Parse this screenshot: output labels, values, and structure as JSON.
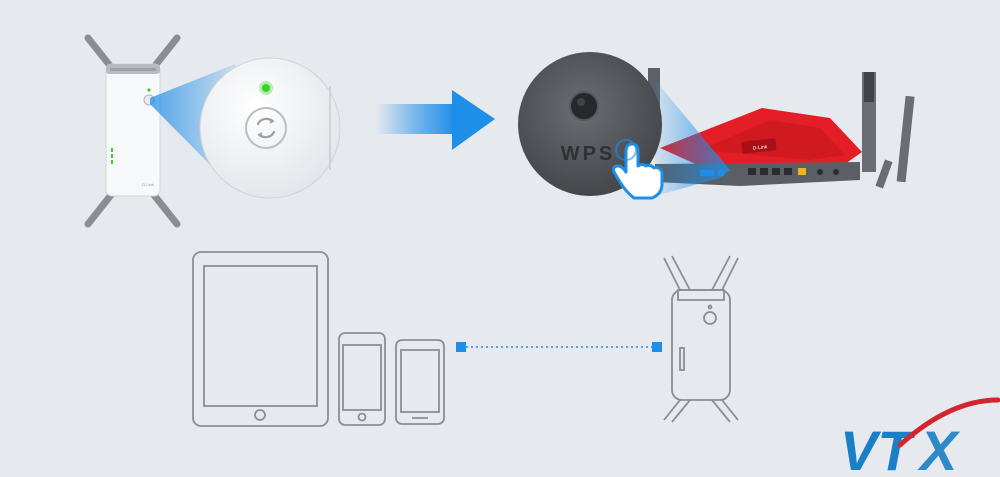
{
  "extender_top": {
    "brand": "D-Link"
  },
  "router": {
    "brand": "D-Link",
    "wps_label": "WPS"
  },
  "watermark": {
    "text_vt": "VT",
    "text_x": "X"
  },
  "colors": {
    "background": "#e6e9ee",
    "accent_blue": "#1e8fe8",
    "router_red": "#e41e26",
    "led_green": "#39d421",
    "line_art": "#8a8f96",
    "watermark_blue": "#1a7fc4",
    "watermark_red": "#d4252f"
  },
  "icons": {
    "wps_button": "wps-icon",
    "hand": "hand-pointer-icon",
    "arrow": "arrow-right-icon",
    "link_line": "dotted-connection-icon"
  }
}
